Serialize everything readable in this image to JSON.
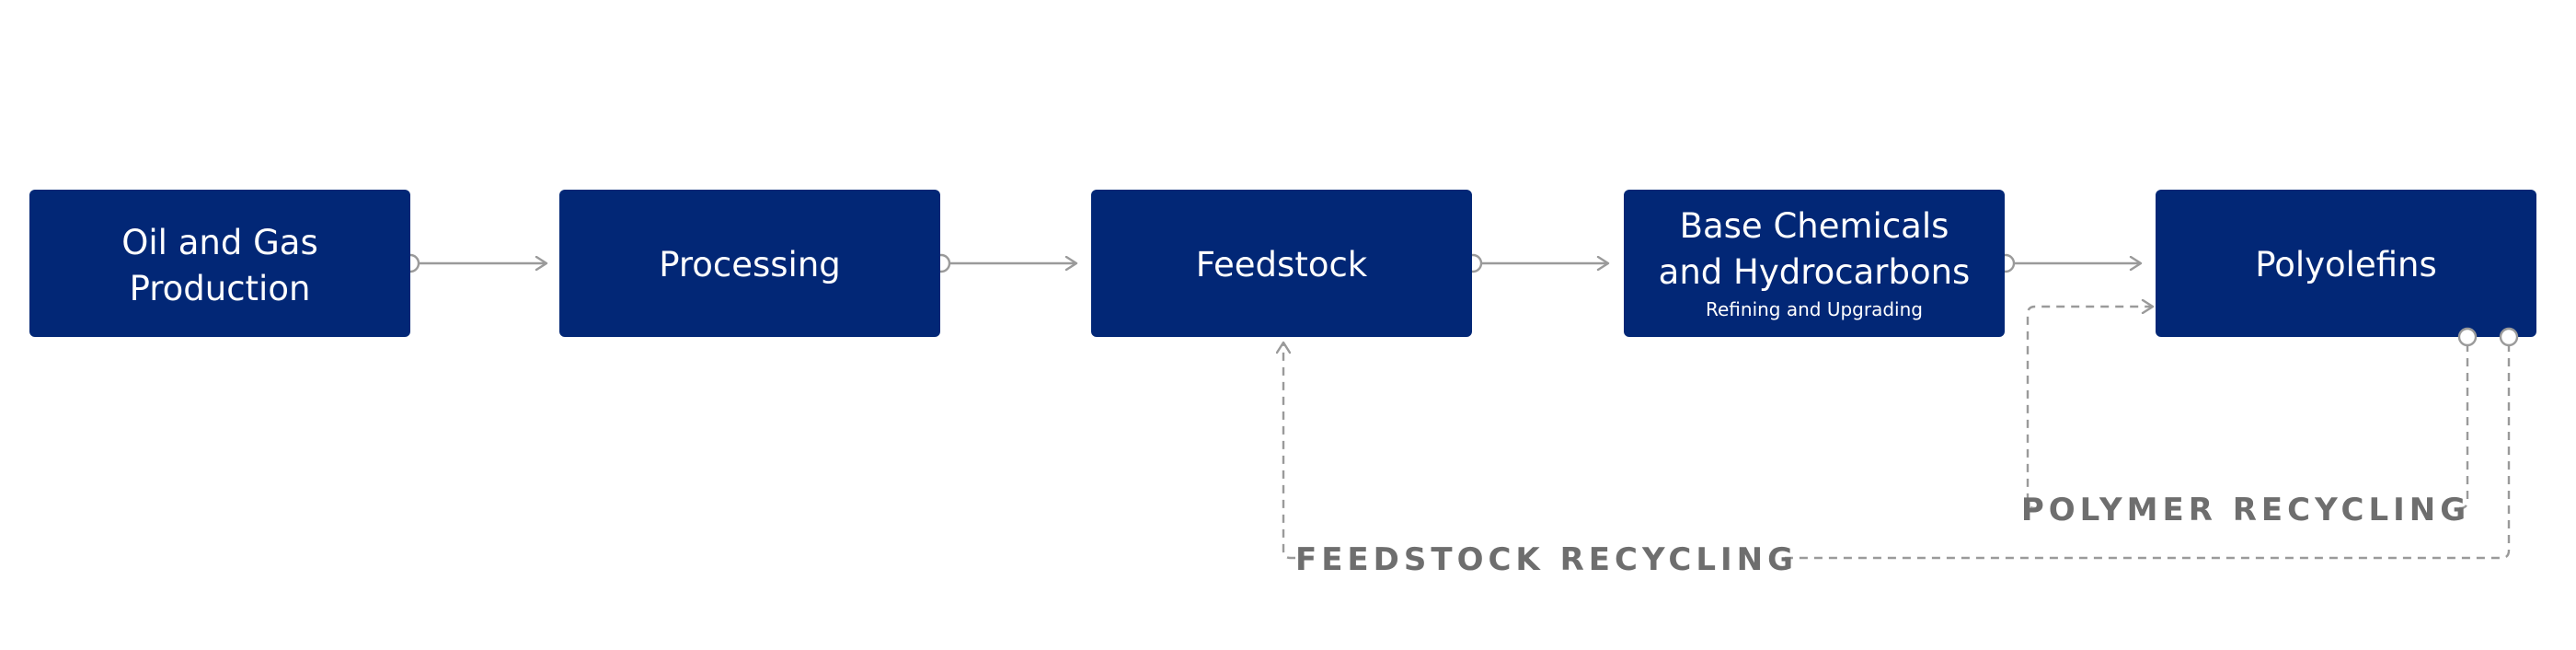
{
  "colors": {
    "box_fill": "#022776",
    "box_text": "#ffffff",
    "connector": "#9a9a9a",
    "loop_label": "#6e6e6e",
    "background": "#ffffff"
  },
  "nodes": [
    {
      "id": "oil-and-gas-production",
      "lines": [
        "Oil and Gas",
        "Production"
      ],
      "subtitle": ""
    },
    {
      "id": "processing",
      "lines": [
        "Processing"
      ],
      "subtitle": ""
    },
    {
      "id": "feedstock",
      "lines": [
        "Feedstock"
      ],
      "subtitle": ""
    },
    {
      "id": "base-chemicals",
      "lines": [
        "Base Chemicals",
        "and Hydrocarbons"
      ],
      "subtitle": "Refining and Upgrading"
    },
    {
      "id": "polyolefins",
      "lines": [
        "Polyolefins"
      ],
      "subtitle": ""
    }
  ],
  "loops": {
    "polymer_recycling": "POLYMER RECYCLING",
    "feedstock_recycling": "FEEDSTOCK RECYCLING"
  }
}
